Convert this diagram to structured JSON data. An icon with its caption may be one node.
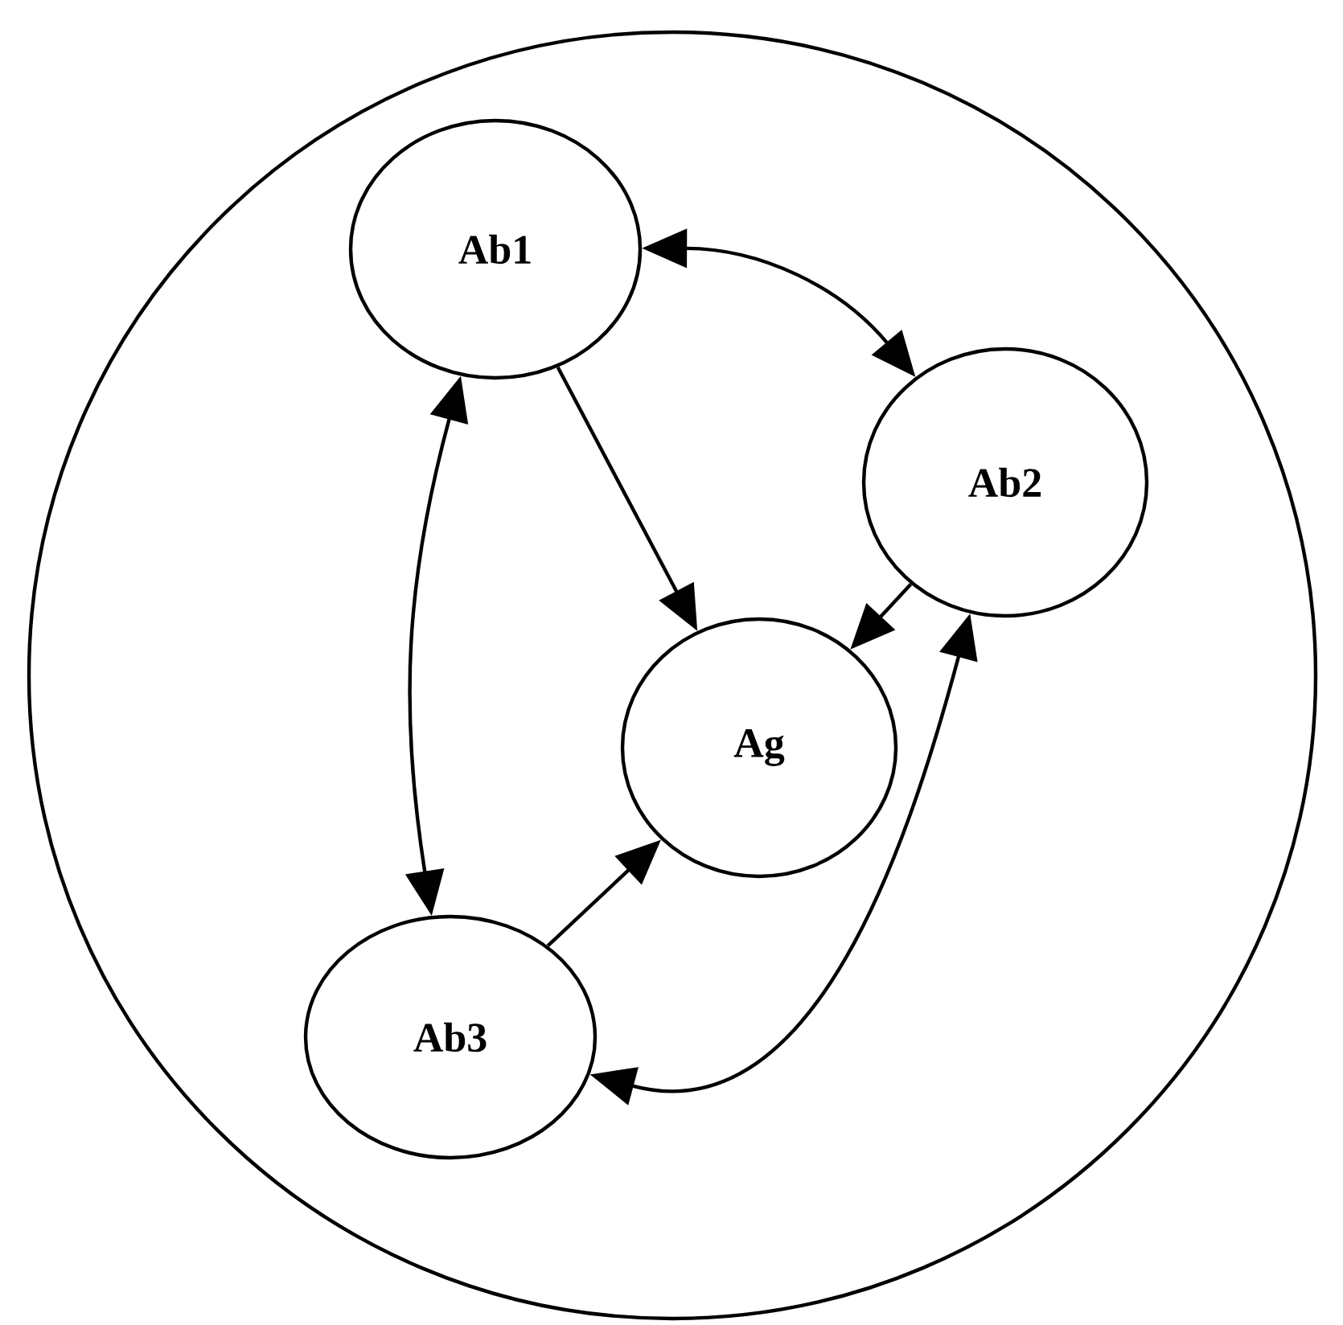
{
  "diagram": {
    "nodes": [
      {
        "text": [],
        "shape": "circle"
      },
      {
        "text": [
          "Ab1"
        ],
        "in": 0
      },
      {
        "text": [
          "Ab2"
        ],
        "in": 0
      },
      {
        "text": [
          "Ag"
        ],
        "in": 0
      },
      {
        "text": [
          "Ab3"
        ],
        "in": 0
      }
    ],
    "edges": [
      {
        "from": 1,
        "to": 2,
        "arrow": "both"
      },
      {
        "from": 1,
        "to": 3,
        "arrow": "to"
      },
      {
        "from": 2,
        "to": 3,
        "arrow": "to"
      },
      {
        "from": 1,
        "to": 4,
        "arrow": "both"
      },
      {
        "from": 4,
        "to": 3,
        "arrow": "to"
      },
      {
        "from": 2,
        "to": 4,
        "arrow": "both"
      }
    ]
  }
}
